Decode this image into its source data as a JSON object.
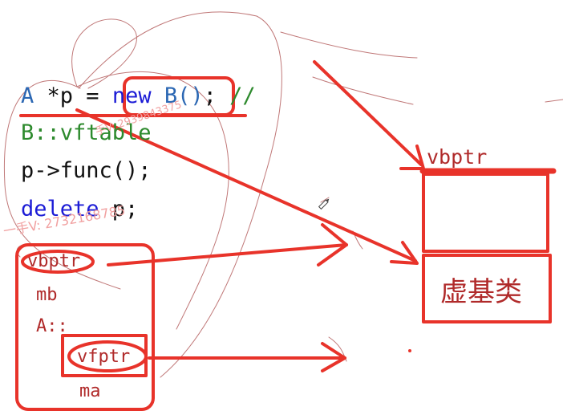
{
  "code": {
    "line1": {
      "a": "A",
      "star_p": " *p",
      "eq": " = ",
      "new": "new",
      "b_ctor": " B()",
      "semi": ";",
      "comment": " //"
    },
    "line2": "B::vftable",
    "line3": "p->func();",
    "line4": {
      "delete": "delete",
      "rest": " p;"
    }
  },
  "watermark": {
    "top": "手V: 2939843375",
    "left": "一手V: 2732168785"
  },
  "layout_box": {
    "vbptr": "vbptr",
    "mb": "mb",
    "a_scope": "A::",
    "vfptr": "vfptr",
    "ma": "ma"
  },
  "right_box": {
    "vbptr": "vbptr",
    "virtual_base": "虚基类"
  },
  "colors": {
    "ink": "#e8332a",
    "pencil": "#c07878",
    "code_blue": "#2b67b3",
    "keyword": "#1c1cd6",
    "code_green": "#2d8a2d"
  }
}
